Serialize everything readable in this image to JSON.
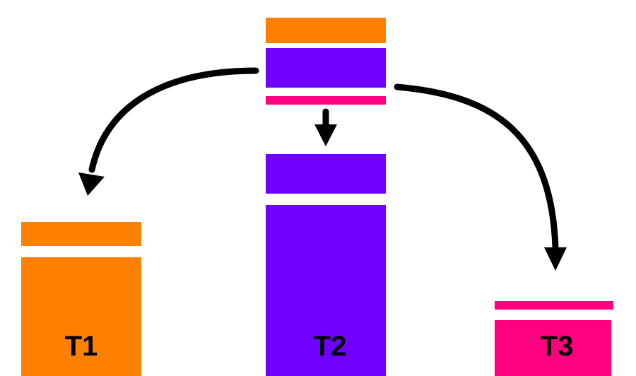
{
  "colors": {
    "orange": "#ff7f00",
    "purple": "#7000ff",
    "magenta": "#ff0080",
    "arrow": "#000000"
  },
  "labels": {
    "t1": "T1",
    "t2": "T2",
    "t3": "T3"
  }
}
